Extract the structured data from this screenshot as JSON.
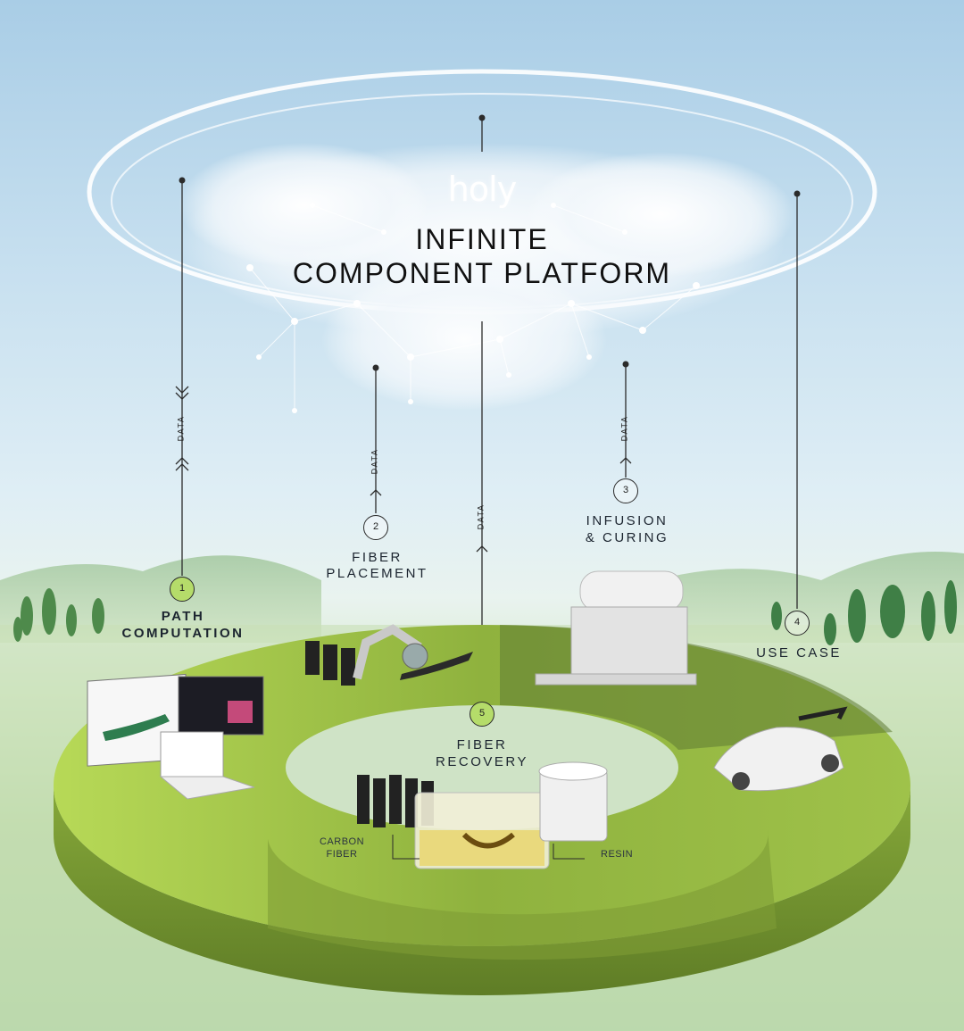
{
  "brand": {
    "logo_text": "holy"
  },
  "title": {
    "line1": "INFINITE",
    "line2": "COMPONENT PLATFORM"
  },
  "data_label": "DATA",
  "steps": [
    {
      "number": "1",
      "label_line1": "PATH",
      "label_line2": "COMPUTATION"
    },
    {
      "number": "2",
      "label_line1": "FIBER",
      "label_line2": "PLACEMENT"
    },
    {
      "number": "3",
      "label_line1": "INFUSION",
      "label_line2": "& CURING"
    },
    {
      "number": "4",
      "label_line1": "USE CASE",
      "label_line2": ""
    },
    {
      "number": "5",
      "label_line1": "FIBER",
      "label_line2": "RECOVERY"
    }
  ],
  "materials": {
    "carbon_line1": "CARBON",
    "carbon_line2": "FIBER",
    "resin": "RESIN"
  },
  "colors": {
    "ring_light": "#a6cf4c",
    "ring_dark": "#6f8f2f",
    "accent_green": "#b5dc6a",
    "line": "#2b2b2b"
  }
}
